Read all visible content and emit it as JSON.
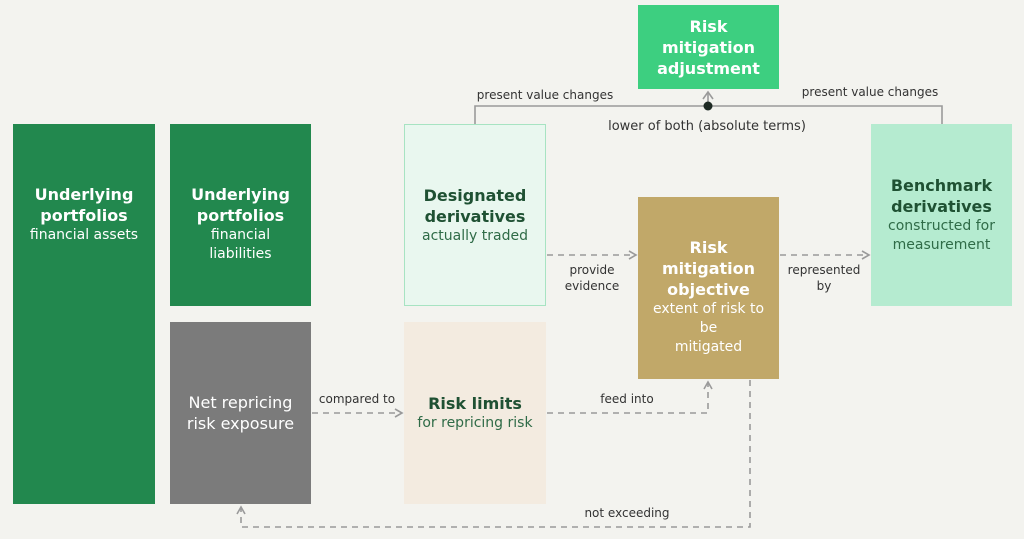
{
  "boxes": {
    "assets": {
      "title": "Underlying\nportfolios",
      "sub": "financial assets"
    },
    "liabilities": {
      "title": "Underlying\nportfolios",
      "sub": "financial liabilities"
    },
    "net_repricing": {
      "title": "Net repricing\nrisk exposure"
    },
    "designated": {
      "title": "Designated\nderivatives",
      "sub": "actually traded"
    },
    "risk_limits": {
      "title": "Risk limits",
      "sub": "for repricing risk"
    },
    "objective": {
      "title": "Risk\nmitigation\nobjective",
      "sub": "extent of risk to be\nmitigated"
    },
    "adjustment": {
      "title": "Risk\nmitigation\nadjustment"
    },
    "benchmark": {
      "title": "Benchmark\nderivatives",
      "sub": "constructed for\nmeasurement"
    }
  },
  "labels": {
    "pv_left": "present value changes",
    "pv_right": "present value changes",
    "lower_of_both": "lower of both (absolute terms)",
    "provide_evidence": "provide\nevidence",
    "represented_by": "represented\nby",
    "compared_to": "compared to",
    "feed_into": "feed into",
    "not_exceeding": "not exceeding"
  },
  "colors": {
    "dark_green": "#22884e",
    "grey": "#7b7b7b",
    "pale_green": "#e9f7ef",
    "beige": "#f3ebe0",
    "gold": "#c1a869",
    "bright_green": "#3dcf80",
    "mint": "#b5ebd0",
    "background": "#f3f3ef"
  }
}
